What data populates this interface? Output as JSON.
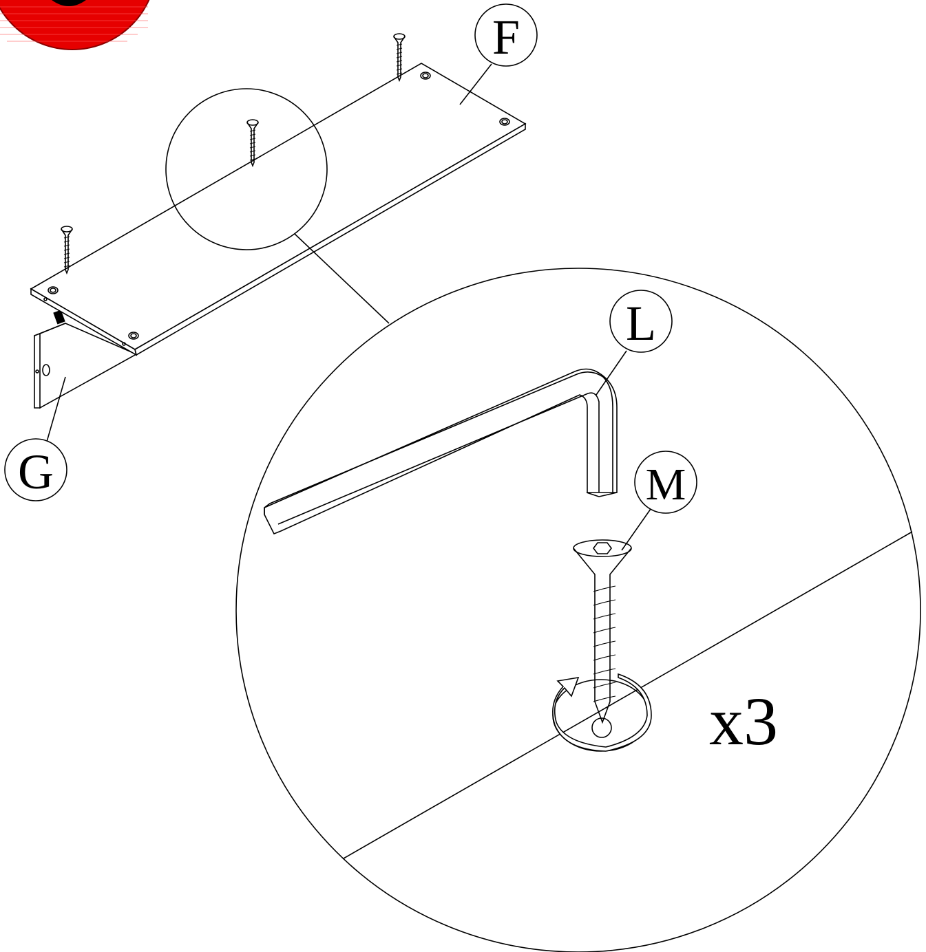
{
  "diagram": {
    "part_labels": {
      "shelf_panel": "F",
      "side_panel": "G",
      "hex_key": "L",
      "screw": "M"
    },
    "quantity": "x3",
    "colors": {
      "line": "#000000",
      "background": "#ffffff",
      "step_badge": "#e60000"
    },
    "icons": [
      "step-number-badge",
      "screw-icon",
      "hex-key-icon",
      "rotation-arrow-icon",
      "magnifier-callout"
    ]
  }
}
